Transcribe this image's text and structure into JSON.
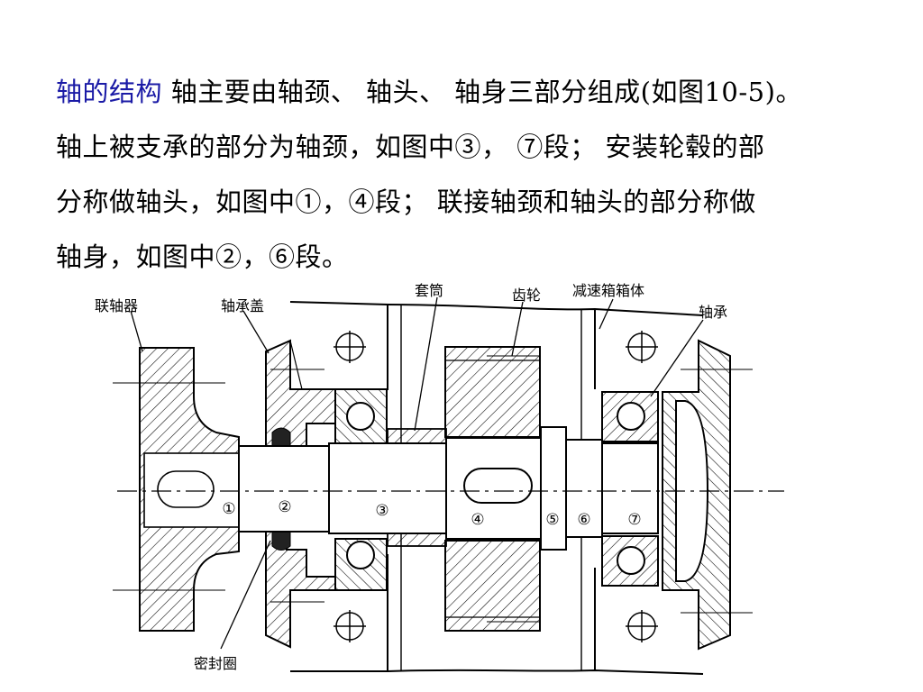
{
  "colors": {
    "title": "#1a1aa6",
    "text": "#000000",
    "background": "#ffffff"
  },
  "text": {
    "title": "轴的结构",
    "line1": "轴主要由轴颈、 轴头、 轴身三部分组成(如图10-5)。",
    "line2": "轴上被支承的部分为轴颈，如图中③， ⑦段； 安装轮毂的部",
    "line3": "分称做轴头，如图中①，④段； 联接轴颈和轴头的部分称做",
    "line4": "轴身，如图中②，⑥段。"
  },
  "figure": {
    "labels": {
      "coupling": "联轴器",
      "bearing_cover": "轴承盖",
      "sleeve": "套筒",
      "gear": "齿轮",
      "gearbox_body": "减速箱箱体",
      "bearing": "轴承",
      "seal_ring": "密封圈"
    },
    "segments": [
      "①",
      "②",
      "③",
      "④",
      "⑤",
      "⑥",
      "⑦"
    ]
  }
}
